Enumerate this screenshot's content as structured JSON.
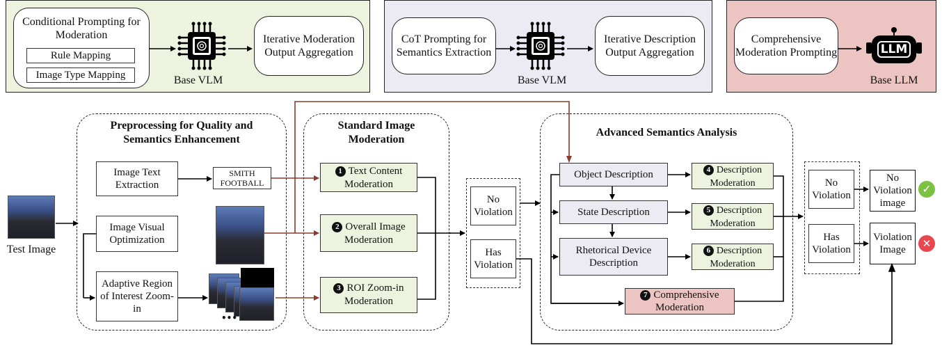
{
  "top": {
    "panel1": {
      "box1_title": "Conditional Prompting for Moderation",
      "rule_mapping": "Rule Mapping",
      "image_type_mapping": "Image Type Mapping",
      "chip_label": "Base VLM",
      "output": "Iterative Moderation Output Aggregation"
    },
    "panel2": {
      "box1": "CoT Prompting for Semantics Extraction",
      "chip_label": "Base VLM",
      "output": "Iterative Description Output Aggregation"
    },
    "panel3": {
      "box1": "Comprehensive Moderation Prompting",
      "llm_text": "LLM",
      "chip_label": "Base LLM"
    }
  },
  "input": {
    "label": "Test Image"
  },
  "preprocessing": {
    "title": "Preprocessing for Quality and Semantics Enhancement",
    "text_extraction": "Image Text Extraction",
    "smith_football": "SMITH FOOTBALL",
    "visual_optimization": "Image Visual Optimization",
    "roi_zoom": "Adaptive Region of Interest Zoom-in",
    "ellipsis": "•••"
  },
  "standard": {
    "title": "Standard Image Moderation",
    "items": [
      {
        "num": "1",
        "label": "Text Content Moderation"
      },
      {
        "num": "2",
        "label": "Overall Image Moderation"
      },
      {
        "num": "3",
        "label": "ROI Zoom-in Moderation"
      }
    ]
  },
  "middle_results": {
    "no_violation": "No Violation",
    "has_violation": "Has Violation"
  },
  "advanced": {
    "title": "Advanced Semantics Analysis",
    "object": "Object Description",
    "state": "State Description",
    "rhetorical": "Rhetorical Device Description",
    "moderations": [
      {
        "num": "4",
        "label": "Description Moderation"
      },
      {
        "num": "5",
        "label": "Description Moderation"
      },
      {
        "num": "6",
        "label": "Description Moderation"
      }
    ],
    "comprehensive": {
      "num": "7",
      "label": "Comprehensive Moderation"
    }
  },
  "final_results": {
    "no_violation": "No Violation",
    "has_violation": "Has Violation"
  },
  "outputs": {
    "no_violation_image": "No Violation image",
    "violation_image": "Violation Image"
  },
  "colors": {
    "green_panel": "#eef3df",
    "lavender_panel": "#ecebf3",
    "pink_panel": "#ecc4c2",
    "red_arrow": "#8b3a2e",
    "check": "#7cc142",
    "cross": "#e8474f"
  }
}
